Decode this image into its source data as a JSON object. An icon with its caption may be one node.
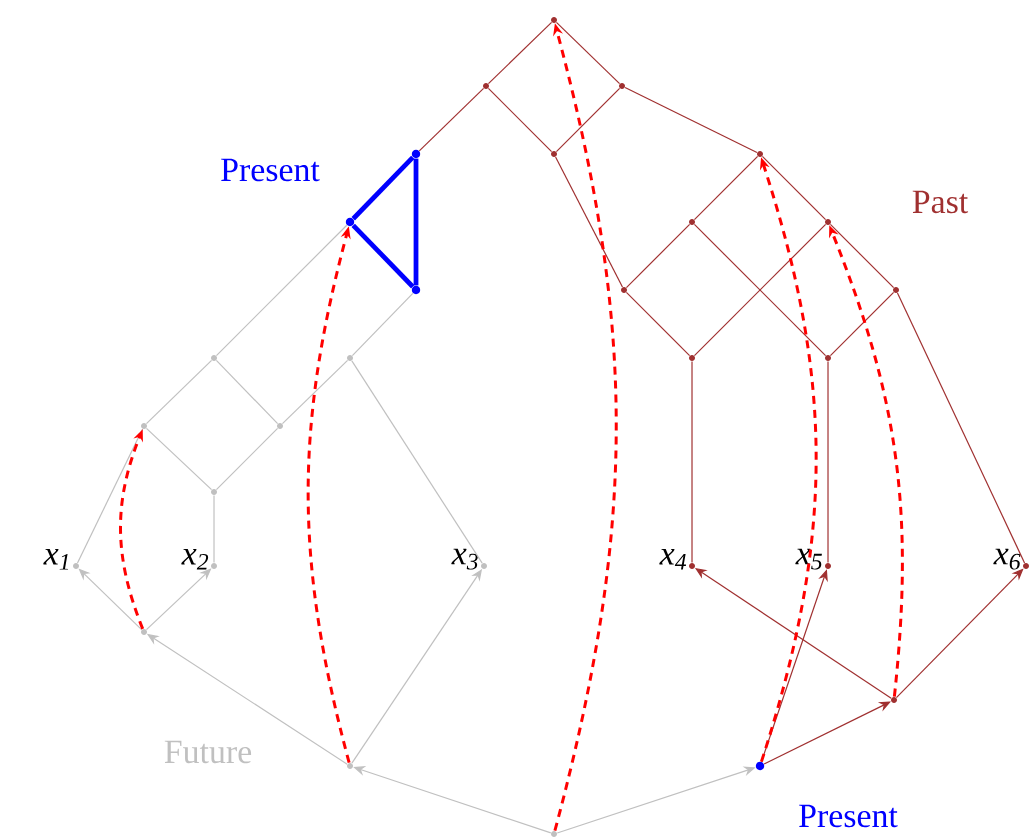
{
  "diagram": {
    "nodes": [
      {
        "text": [],
        "shape": "circle"
      },
      {
        "text": [],
        "shape": "circle"
      },
      {
        "text": [],
        "shape": "circle"
      },
      {
        "text": [],
        "shape": "circle"
      },
      {
        "text": [],
        "shape": "circle"
      },
      {
        "text": [],
        "shape": "circle"
      },
      {
        "text": [],
        "shape": "circle"
      },
      {
        "text": [],
        "shape": "circle"
      },
      {
        "text": [],
        "shape": "circle"
      },
      {
        "text": [],
        "shape": "circle"
      },
      {
        "text": [],
        "shape": "circle"
      },
      {
        "text": [],
        "shape": "circle"
      },
      {
        "text": [],
        "shape": "circle"
      },
      {
        "text": [],
        "shape": "circle"
      },
      {
        "text": [],
        "shape": "circle"
      },
      {
        "text": [],
        "shape": "circle"
      },
      {
        "text": [],
        "shape": "circle"
      },
      {
        "text": [],
        "shape": "circle"
      },
      {
        "text": [],
        "shape": "circle"
      },
      {
        "text": [],
        "shape": "circle",
        "beside": [
          "x$_{1}$"
        ]
      },
      {
        "text": [],
        "shape": "circle",
        "beside": [
          "x$_{2}$"
        ]
      },
      {
        "text": [],
        "shape": "circle",
        "beside": [
          "x$_{3}$"
        ]
      },
      {
        "text": [],
        "shape": "circle",
        "beside": [
          "x$_{4}$"
        ]
      },
      {
        "text": [],
        "shape": "circle",
        "beside": [
          "x$_{5}$"
        ]
      },
      {
        "text": [],
        "shape": "circle",
        "beside": [
          "x$_{6}$"
        ]
      },
      {
        "text": [],
        "shape": "circle"
      },
      {
        "text": [],
        "shape": "circle"
      },
      {
        "text": [],
        "shape": "circle"
      },
      {
        "text": [],
        "shape": "circle"
      },
      {
        "text": [],
        "shape": "circle"
      }
    ],
    "edges": [
      {
        "from": 6,
        "to": 12,
        "arrow": "none",
        "color": "#c0c0c0"
      },
      {
        "from": 12,
        "to": 16,
        "arrow": "none",
        "color": "#c0c0c0"
      },
      {
        "from": 12,
        "to": 17,
        "arrow": "none",
        "color": "#c0c0c0"
      },
      {
        "from": 9,
        "to": 13,
        "arrow": "none",
        "color": "#c0c0c0"
      },
      {
        "from": 13,
        "to": 17,
        "arrow": "none",
        "color": "#c0c0c0"
      },
      {
        "from": 16,
        "to": 18,
        "arrow": "none",
        "color": "#c0c0c0"
      },
      {
        "from": 17,
        "to": 18,
        "arrow": "none",
        "color": "#c0c0c0"
      },
      {
        "from": 18,
        "to": 20,
        "arrow": "none",
        "color": "#c0c0c0"
      },
      {
        "from": 16,
        "to": 19,
        "arrow": "none",
        "color": "#c0c0c0"
      },
      {
        "from": 13,
        "to": 21,
        "arrow": "none",
        "color": "#c0c0c0"
      },
      {
        "from": 25,
        "to": 19,
        "arrow": "to",
        "color": "#c0c0c0"
      },
      {
        "from": 25,
        "to": 20,
        "arrow": "to",
        "color": "#c0c0c0"
      },
      {
        "from": 27,
        "to": 25,
        "arrow": "to",
        "color": "#c0c0c0"
      },
      {
        "from": 27,
        "to": 21,
        "arrow": "to",
        "color": "#c0c0c0"
      },
      {
        "from": 29,
        "to": 27,
        "arrow": "to",
        "color": "#c0c0c0"
      },
      {
        "from": 29,
        "to": 28,
        "arrow": "to",
        "color": "#c0c0c0"
      },
      {
        "from": 3,
        "to": 6,
        "arrow": "none",
        "style": "thick",
        "color": "#0000ff"
      },
      {
        "from": 6,
        "to": 9,
        "arrow": "none",
        "style": "thick",
        "color": "#0000ff"
      },
      {
        "from": 3,
        "to": 9,
        "arrow": "none",
        "style": "thick",
        "color": "#0000ff"
      },
      {
        "from": 3,
        "to": 1,
        "arrow": "none"
      },
      {
        "from": 1,
        "to": 0,
        "arrow": "none"
      },
      {
        "from": 1,
        "to": 4,
        "arrow": "none"
      },
      {
        "from": 0,
        "to": 2,
        "arrow": "none"
      },
      {
        "from": 2,
        "to": 4,
        "arrow": "none"
      },
      {
        "from": 2,
        "to": 5,
        "arrow": "none"
      },
      {
        "from": 4,
        "to": 10,
        "arrow": "none"
      },
      {
        "from": 10,
        "to": 7,
        "arrow": "none"
      },
      {
        "from": 7,
        "to": 5,
        "arrow": "none"
      },
      {
        "from": 5,
        "to": 8,
        "arrow": "none"
      },
      {
        "from": 8,
        "to": 11,
        "arrow": "none"
      },
      {
        "from": 7,
        "to": 15,
        "arrow": "none"
      },
      {
        "from": 10,
        "to": 14,
        "arrow": "none"
      },
      {
        "from": 14,
        "to": 8,
        "arrow": "none"
      },
      {
        "from": 15,
        "to": 11,
        "arrow": "none"
      },
      {
        "from": 11,
        "to": 24,
        "arrow": "none"
      },
      {
        "from": 14,
        "to": 22,
        "arrow": "none"
      },
      {
        "from": 15,
        "to": 23,
        "arrow": "none"
      },
      {
        "from": 28,
        "to": 23,
        "arrow": "to"
      },
      {
        "from": 28,
        "to": 26,
        "arrow": "to"
      },
      {
        "from": 26,
        "to": 22,
        "arrow": "to"
      },
      {
        "from": 26,
        "to": 24,
        "arrow": "to"
      },
      {
        "from": 25,
        "to": 16,
        "arrow": "to",
        "style": "dashed",
        "color": "#ff0000"
      },
      {
        "from": 27,
        "to": 6,
        "arrow": "to",
        "style": "dashed",
        "color": "#ff0000"
      },
      {
        "from": 29,
        "to": 0,
        "arrow": "to",
        "style": "dashed",
        "color": "#ff0000"
      },
      {
        "from": 28,
        "to": 5,
        "arrow": "to",
        "style": "dashed",
        "color": "#ff0000"
      },
      {
        "from": 26,
        "to": 8,
        "arrow": "to",
        "style": "dashed",
        "color": "#ff0000"
      }
    ],
    "labels": [
      "Present",
      "Past",
      "Future",
      "Present"
    ]
  }
}
